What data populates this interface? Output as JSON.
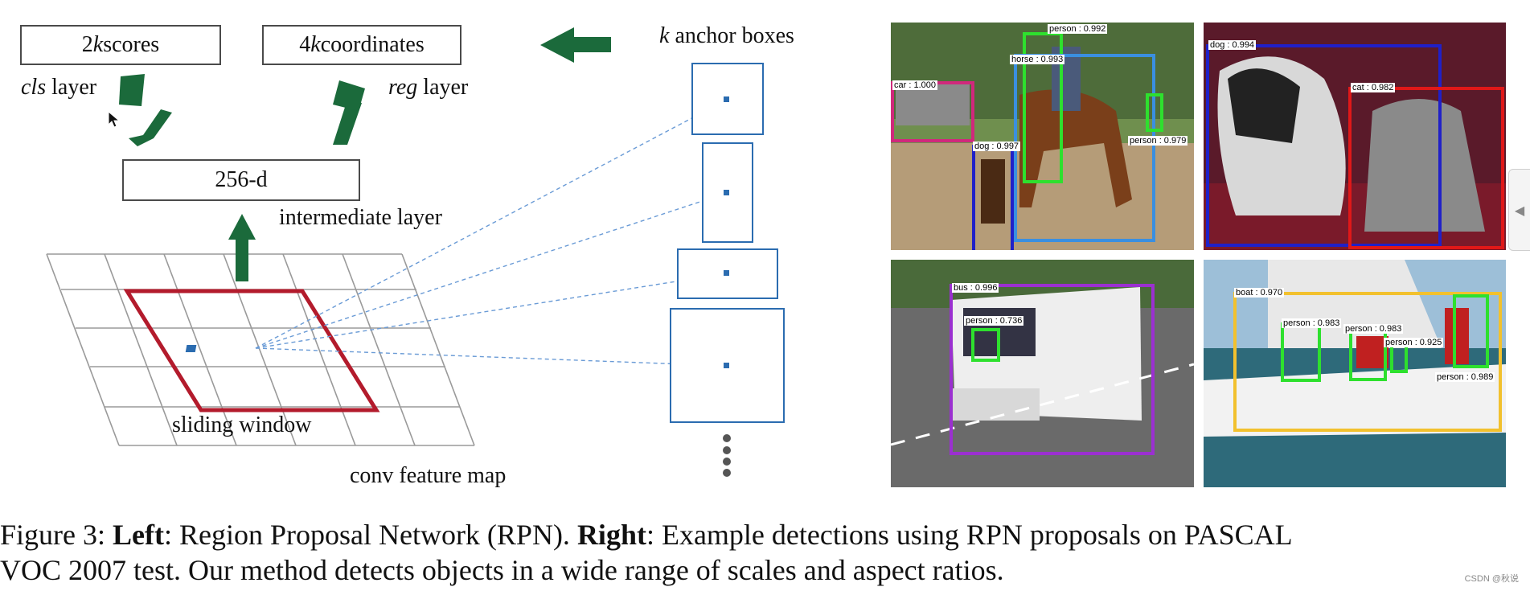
{
  "diagram": {
    "scores_box": {
      "k": "2",
      "kvar": "k",
      "suffix": " scores"
    },
    "coords_box": {
      "k": "4",
      "kvar": "k",
      "suffix": " coordinates"
    },
    "cls_label": {
      "italic": "cls",
      "rest": " layer"
    },
    "reg_label": {
      "italic": "reg",
      "rest": " layer"
    },
    "intermediate_box": "256-d",
    "intermediate_label": "intermediate layer",
    "anchor_title": {
      "kvar": "k",
      "rest": " anchor boxes"
    },
    "sliding_window_label": "sliding window",
    "feature_map_label": "conv feature map",
    "colors": {
      "arrow": "#1b6a3b",
      "window": "#b31b2c",
      "anchor": "#2b6cb0",
      "grid": "#9a9a9a"
    }
  },
  "detections": {
    "panel1": [
      {
        "label": "car : 1.000",
        "color": "#d0287c"
      },
      {
        "label": "person : 0.992",
        "color": "#2ee02e"
      },
      {
        "label": "horse : 0.993",
        "color": "#3a8fe0"
      },
      {
        "label": "dog : 0.997",
        "color": "#2020c8"
      },
      {
        "label": "person : 0.979",
        "color": "#2ee02e"
      }
    ],
    "panel2": [
      {
        "label": "dog : 0.994",
        "color": "#2020c8"
      },
      {
        "label": "cat : 0.982",
        "color": "#e01818"
      }
    ],
    "panel3": [
      {
        "label": "bus : 0.996",
        "color": "#9b30d0"
      },
      {
        "label": "person : 0.736",
        "color": "#2ee02e"
      }
    ],
    "panel4": [
      {
        "label": "boat : 0.970",
        "color": "#f2c12e"
      },
      {
        "label": "person : 0.983",
        "color": "#2ee02e"
      },
      {
        "label": "person : 0.983",
        "color": "#2ee02e"
      },
      {
        "label": "person : 0.925",
        "color": "#2ee02e"
      },
      {
        "label": "person : 0.989",
        "color": "#2ee02e"
      }
    ]
  },
  "caption": {
    "p1": "Figure 3: ",
    "left_bold": "Left",
    "p2": ": Region Proposal Network (RPN). ",
    "right_bold": "Right",
    "p3": ": Example detections using RPN proposals on PASCAL",
    "line2": "VOC 2007 test. Our method detects objects in a wide range of scales and aspect ratios."
  },
  "watermark": "CSDN @秋说",
  "side_tab_icon": "chevron-left-icon"
}
